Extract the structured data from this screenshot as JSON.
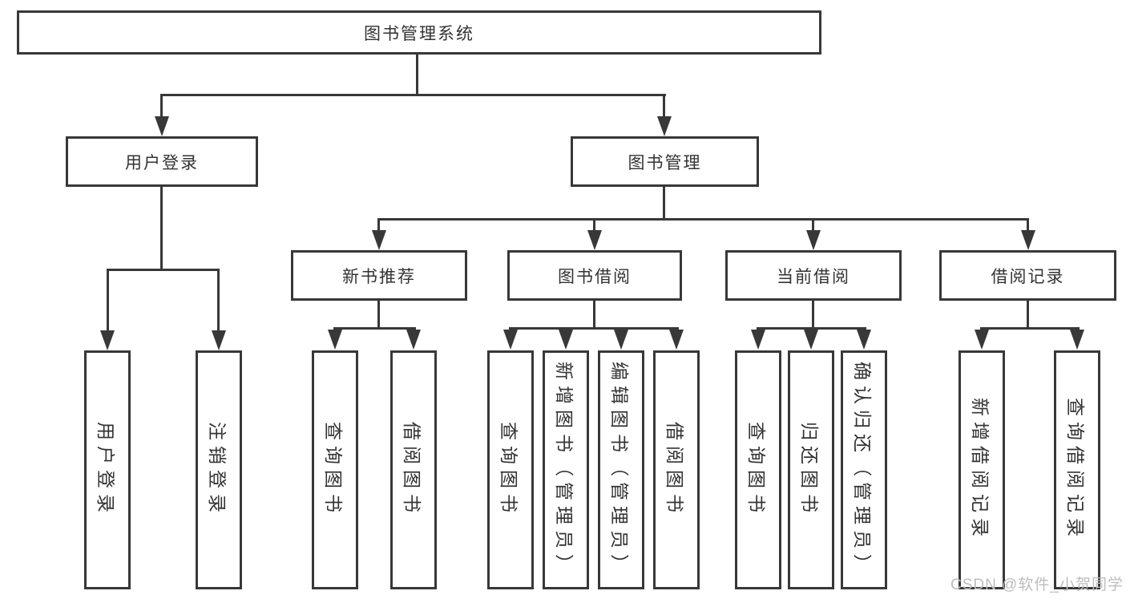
{
  "colors": {
    "line": "#383838",
    "text": "#333333",
    "watermark": "#bdbdbd",
    "background": "#ffffff"
  },
  "diagram": {
    "root": {
      "label": "图书管理系统"
    },
    "level2": [
      {
        "label": "用户登录"
      },
      {
        "label": "图书管理"
      }
    ],
    "level3": [
      {
        "label": "新书推荐"
      },
      {
        "label": "图书借阅"
      },
      {
        "label": "当前借阅"
      },
      {
        "label": "借阅记录"
      }
    ],
    "leaves": {
      "user_login": [
        {
          "label": "用户登录"
        },
        {
          "label": "注销登录"
        }
      ],
      "new_book_recommend": [
        {
          "label": "查询图书"
        },
        {
          "label": "借阅图书"
        }
      ],
      "book_borrow": [
        {
          "label": "查询图书"
        },
        {
          "label": "新增图书（管理员）"
        },
        {
          "label": "编辑图书（管理员）"
        },
        {
          "label": "借阅图书"
        }
      ],
      "current_borrow": [
        {
          "label": "查询图书"
        },
        {
          "label": "归还图书"
        },
        {
          "label": "确认归还（管理员）"
        }
      ],
      "borrow_records": [
        {
          "label": "新增借阅记录"
        },
        {
          "label": "查询借阅记录"
        }
      ]
    }
  },
  "watermark": {
    "text": "CSDN @软件_小贺同学"
  }
}
